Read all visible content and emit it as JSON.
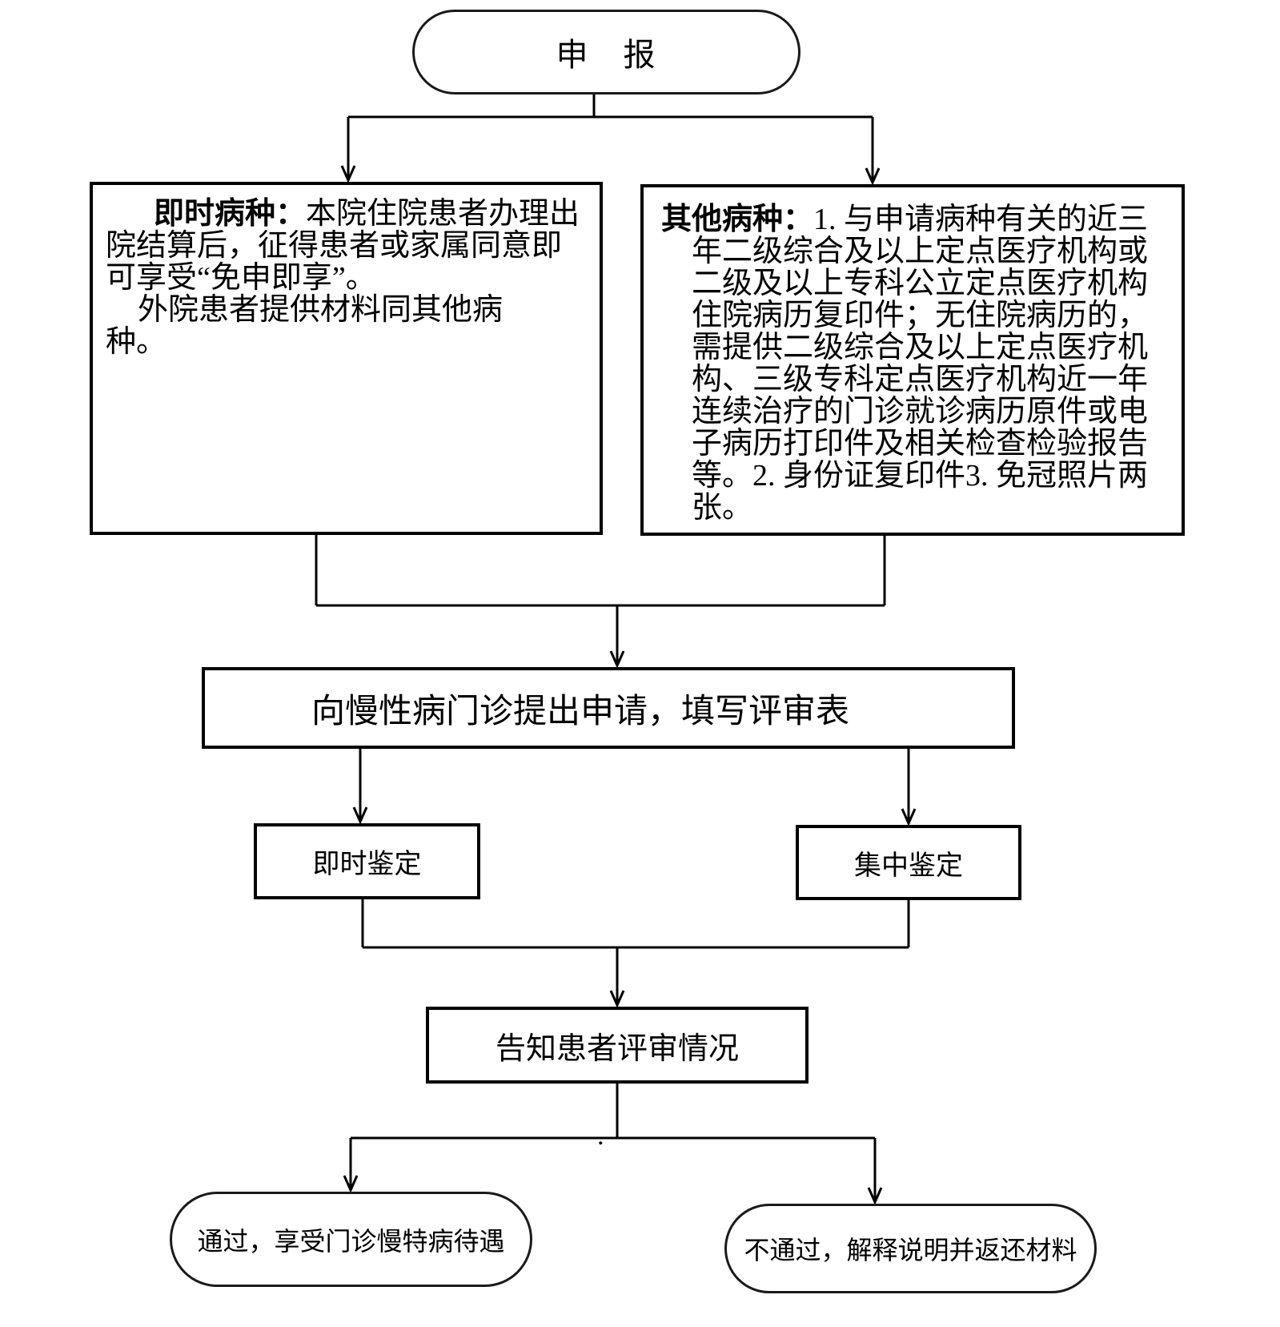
{
  "colors": {
    "line": "#000000",
    "background": "#ffffff",
    "text": "#000000"
  },
  "flowchart": {
    "start": {
      "label": "申　报"
    },
    "branch_left": {
      "title": "即时病种：",
      "p1_body": "本院住院患者办理出院结算后，征得患者或家属同意即可享受“免申即享”。",
      "p2": "外院患者提供材料同其他病种。"
    },
    "branch_right": {
      "title": "其他病种：",
      "body": "1. 与申请病种有关的近三年二级综合及以上定点医疗机构或二级及以上专科公立定点医疗机构住院病历复印件；无住院病历的，需提供二级综合及以上定点医疗机构、三级专科定点医疗机构近一年连续治疗的门诊就诊病历原件或电子病历打印件及相关检查检验报告等。2. 身份证复印件3. 免冠照片两张。"
    },
    "apply": {
      "label": "向慢性病门诊提出申请，填写评审表"
    },
    "instant_review": {
      "label": "即时鉴定"
    },
    "central_review": {
      "label": "集中鉴定"
    },
    "notify": {
      "label": "告知患者评审情况"
    },
    "pass": {
      "label": "通过，享受门诊慢特病待遇"
    },
    "fail": {
      "label": "不通过，解释说明并返还材料"
    },
    "stray_dot": "."
  }
}
